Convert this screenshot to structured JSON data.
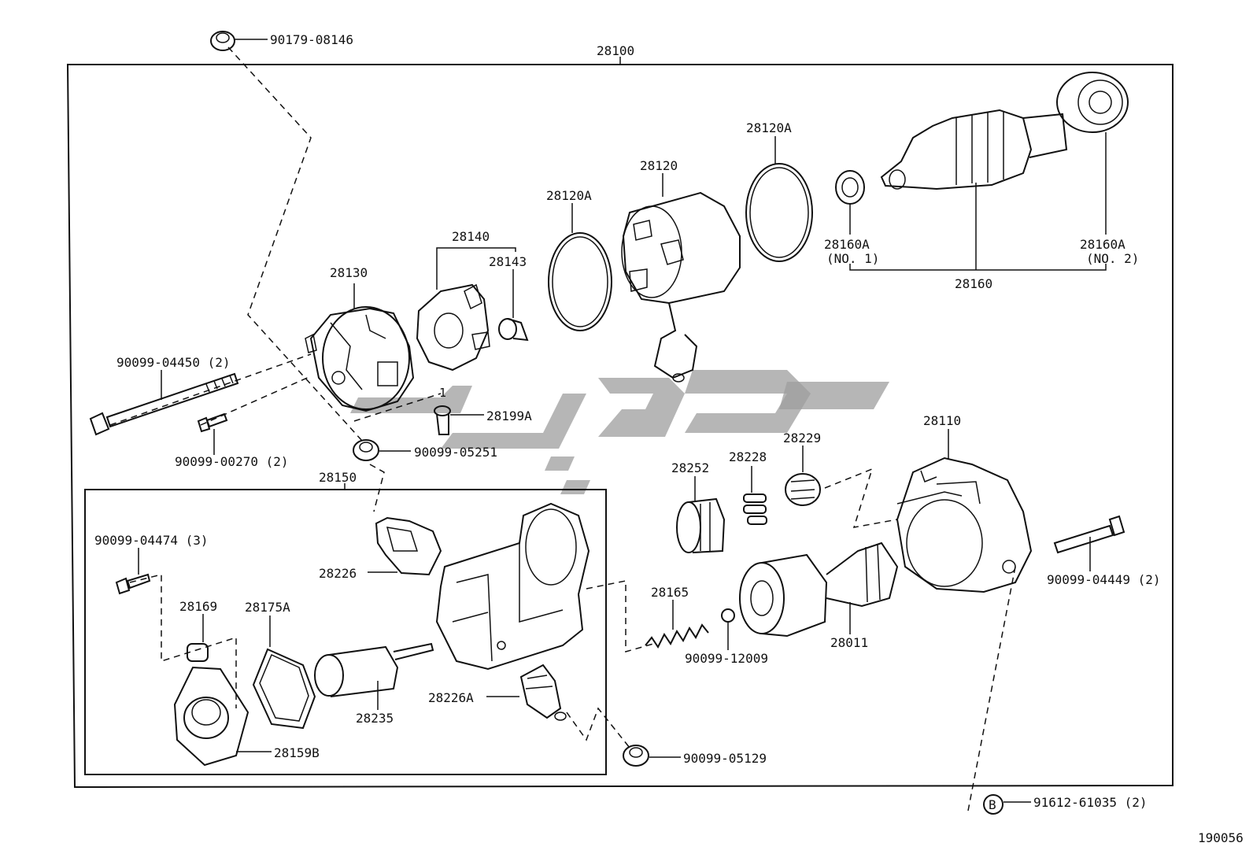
{
  "diagram": {
    "assembly_label": "28100",
    "sub_assembly_label": "28150",
    "figure_number": "190056",
    "circle_ref_letter": "B"
  },
  "labels": {
    "p90179_08146": "90179-08146",
    "p28120A_left": "28120A",
    "p28120": "28120",
    "p28120A_right": "28120A",
    "p28140": "28140",
    "p28143": "28143",
    "p28130": "28130",
    "p28160A_1": "28160A",
    "p28160A_1_note": "(NO. 1)",
    "p28160A_2": "28160A",
    "p28160A_2_note": "(NO. 2)",
    "p28160": "28160",
    "p90099_04450": "90099-04450 (2)",
    "p90099_00270": "90099-00270 (2)",
    "p28199A": "28199A",
    "p28199A_idx": "1",
    "p90099_05251": "90099-05251",
    "p28110": "28110",
    "p28229": "28229",
    "p28228": "28228",
    "p28252": "28252",
    "p90099_04474": "90099-04474 (3)",
    "p28226": "28226",
    "p28169": "28169",
    "p28175A": "28175A",
    "p28165": "28165",
    "p90099_04449": "90099-04449 (2)",
    "p28011": "28011",
    "p90099_12009": "90099-12009",
    "p28235": "28235",
    "p28226A": "28226A",
    "p28159B": "28159B",
    "p90099_05129": "90099-05129",
    "p91612_61035": "91612-61035 (2)"
  }
}
